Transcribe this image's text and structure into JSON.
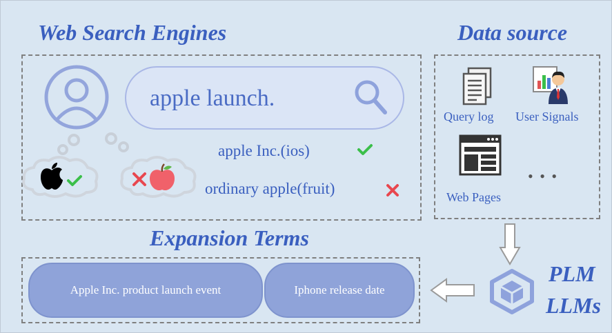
{
  "web_search": {
    "title": "Web Search Engines",
    "query": "apple launch.",
    "option_correct": "apple Inc.(ios)",
    "option_wrong": "ordinary apple(fruit)"
  },
  "data_source": {
    "title": "Data source",
    "items": [
      "Query log",
      "User Signals",
      "Web Pages"
    ],
    "more": "• • •"
  },
  "expansion": {
    "title": "Expansion Terms",
    "terms": [
      "Apple Inc. product launch event",
      "Iphone release date"
    ]
  },
  "model": {
    "line1": "PLM",
    "line2": "LLMs"
  },
  "colors": {
    "background": "#d9e6f2",
    "accent": "#3a5fbf",
    "pill": "#8fa3d9",
    "check": "#3bbf4a",
    "cross": "#e8474f"
  }
}
